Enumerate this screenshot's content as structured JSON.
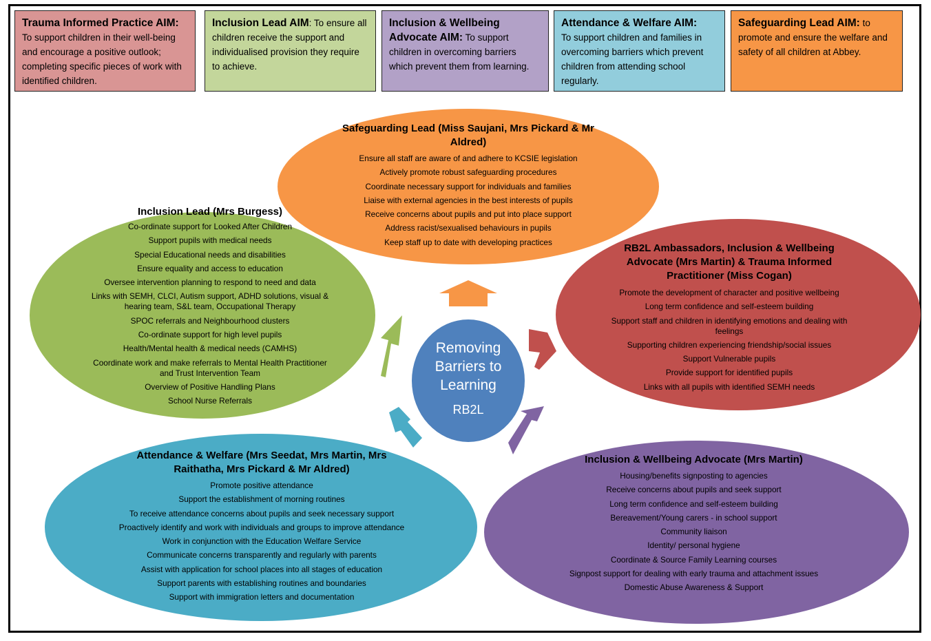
{
  "aims": [
    {
      "title": "Trauma Informed Practice AIM:",
      "text": "To support children in their well-being and encourage a positive outlook; completing specific pieces of work with identified children.",
      "color": "#d99594"
    },
    {
      "title": "Inclusion Lead AIM",
      "text": ": To ensure all children receive the support and individualised provision they require to achieve.",
      "color": "#c3d69b"
    },
    {
      "title": "Inclusion & Wellbeing Advocate AIM:",
      "text": " To support children in overcoming barriers which prevent them from learning.",
      "color": "#b2a1c7"
    },
    {
      "title": "Attendance & Welfare AIM:",
      "text": "To support children and families in overcoming barriers which prevent children from attending school regularly.",
      "color": "#92cddc"
    },
    {
      "title": "Safeguarding Lead AIM:",
      "text": " to promote and ensure the welfare and safety of all children at Abbey.",
      "color": "#f79646"
    }
  ],
  "center": {
    "line1": "Removing Barriers to Learning",
    "line2": "RB2L",
    "color": "#4f81bd"
  },
  "safeguarding": {
    "title": "Safeguarding Lead (Miss Saujani, Mrs Pickard & Mr Aldred)",
    "color": "#f79646",
    "items": [
      "Ensure all staff are aware of and adhere to KCSIE legislation",
      "Actively promote robust safeguarding procedures",
      "Coordinate necessary support for individuals and families",
      "Liaise with external agencies  in the best interests  of pupils",
      "Receive concerns about pupils and put into place support",
      "Address racist/sexualised behaviours in pupils",
      "Keep staff up to date with developing practices"
    ]
  },
  "inclusion": {
    "title": "Inclusion Lead (Mrs Burgess)",
    "color": "#9bbb59",
    "items": [
      "Co-ordinate support for Looked After Children",
      "Support pupils with medical needs",
      "Special Educational needs and disabilities",
      "Ensure equality and access to education",
      "Oversee intervention planning to respond to need and data",
      "Links with SEMH, CLCI, Autism support, ADHD solutions, visual & hearing team, S&L team, Occupational Therapy",
      "SPOC referrals and Neighbourhood clusters",
      "Co-ordinate support for high level pupils",
      "Health/Mental health & medical needs (CAMHS)",
      "Coordinate work and make referrals to Mental Health Practitioner and Trust Intervention Team",
      "Overview of Positive Handling Plans",
      "School Nurse Referrals"
    ]
  },
  "rb2l": {
    "title": "RB2L Ambassadors, Inclusion & Wellbeing Advocate (Mrs Martin) & Trauma Informed Practitioner (Miss Cogan)",
    "color": "#c0504d",
    "items": [
      "Promote the development of character and positive wellbeing",
      "Long term confidence and self-esteem building",
      "Support staff and children in identifying emotions and dealing with feelings",
      "Supporting children experiencing  friendship/social issues",
      "Support Vulnerable pupils",
      "Provide support for identified pupils",
      "Links with all pupils with identified SEMH needs"
    ]
  },
  "attendance": {
    "title": "Attendance & Welfare (Mrs Seedat, Mrs Martin, Mrs Raithatha, Mrs Pickard & Mr Aldred)",
    "color": "#4bacc6",
    "items": [
      "Promote positive attendance",
      "Support the establishment of morning routines",
      "To receive attendance concerns about pupils and seek necessary support",
      "Proactively identify and work with individuals and groups to improve attendance",
      "Work in conjunction with the Education Welfare Service",
      "Communicate concerns transparently and regularly with parents",
      "Assist with application for school places into all stages of education",
      "Support parents with establishing routines and boundaries",
      "Support with immigration letters and documentation"
    ]
  },
  "wellbeing": {
    "title": "Inclusion & Wellbeing Advocate (Mrs Martin)",
    "color": "#8064a2",
    "items": [
      "Housing/benefits signposting to agencies",
      "Receive concerns about pupils and seek support",
      "Long term confidence and self-esteem building",
      "Bereavement/Young carers  - in school support",
      "Community liaison",
      "Identity/ personal hygiene",
      "Coordinate & Source Family Learning courses",
      "Signpost support for dealing with early trauma and attachment issues",
      "Domestic Abuse Awareness & Support"
    ]
  }
}
